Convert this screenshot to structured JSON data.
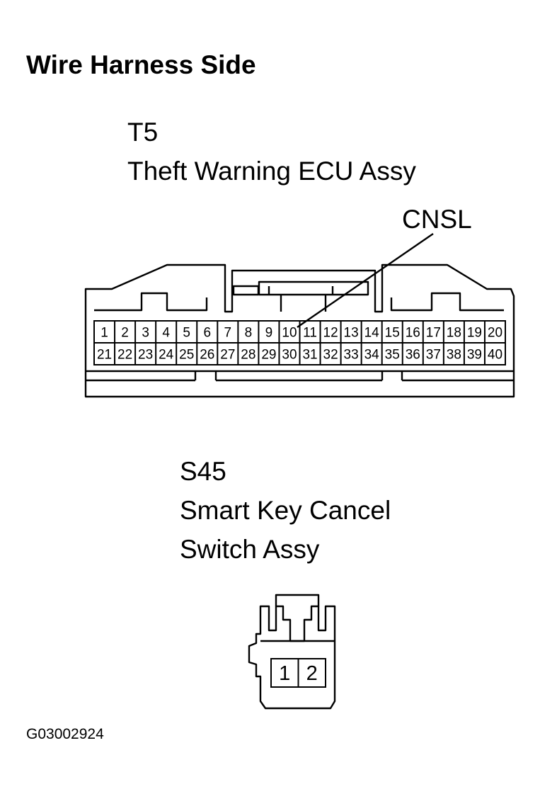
{
  "heading": "Wire Harness Side",
  "ecu": {
    "code": "T5",
    "name": "Theft Warning ECU Assy",
    "callout": "CNSL",
    "callout_pin": 10,
    "pins_row1": [
      "1",
      "2",
      "3",
      "4",
      "5",
      "6",
      "7",
      "8",
      "9",
      "10",
      "11",
      "12",
      "13",
      "14",
      "15",
      "16",
      "17",
      "18",
      "19",
      "20"
    ],
    "pins_row2": [
      "21",
      "22",
      "23",
      "24",
      "25",
      "26",
      "27",
      "28",
      "29",
      "30",
      "31",
      "32",
      "33",
      "34",
      "35",
      "36",
      "37",
      "38",
      "39",
      "40"
    ]
  },
  "switch": {
    "code": "S45",
    "name_line1": "Smart Key Cancel",
    "name_line2": "Switch Assy",
    "pins": [
      "1",
      "2"
    ]
  },
  "figure_code": "G03002924"
}
